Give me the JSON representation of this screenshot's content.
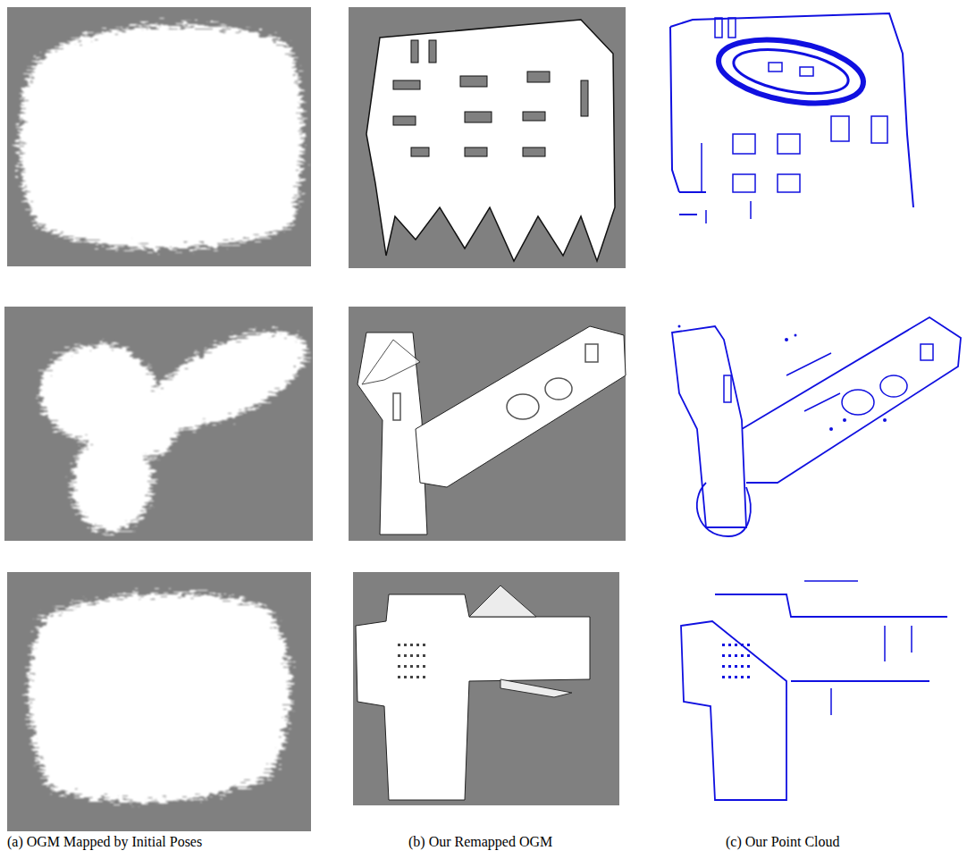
{
  "diagram": {
    "labels": [
      "(a) OGM Mapped by Initial Poses",
      "(b) Our Remapped OGM",
      "(c) Our Point Cloud"
    ]
  }
}
